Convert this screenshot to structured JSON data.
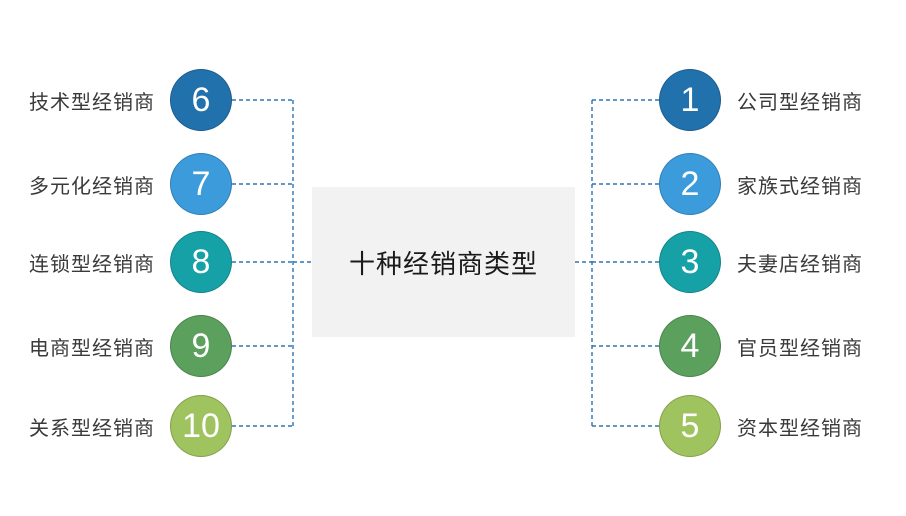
{
  "center": {
    "title": "十种经销商类型"
  },
  "colors": {
    "connector": "#2E75B6",
    "box_bg": "#F2F2F2",
    "box_text": "#1A1A1A",
    "label_text": "#3A3A3A"
  },
  "left_items": [
    {
      "number": "6",
      "label": "技术型经销商",
      "color": "#2171AD"
    },
    {
      "number": "7",
      "label": "多元化经销商",
      "color": "#3C9BDB"
    },
    {
      "number": "8",
      "label": "连锁型经销商",
      "color": "#16A1A7"
    },
    {
      "number": "9",
      "label": "电商型经销商",
      "color": "#5BA05C"
    },
    {
      "number": "10",
      "label": "关系型经销商",
      "color": "#9FC35F"
    }
  ],
  "right_items": [
    {
      "number": "1",
      "label": "公司型经销商",
      "color": "#2171AD"
    },
    {
      "number": "2",
      "label": "家族式经销商",
      "color": "#3C9BDB"
    },
    {
      "number": "3",
      "label": "夫妻店经销商",
      "color": "#16A1A7"
    },
    {
      "number": "4",
      "label": "官员型经销商",
      "color": "#5BA05C"
    },
    {
      "number": "5",
      "label": "资本型经销商",
      "color": "#9FC35F"
    }
  ]
}
